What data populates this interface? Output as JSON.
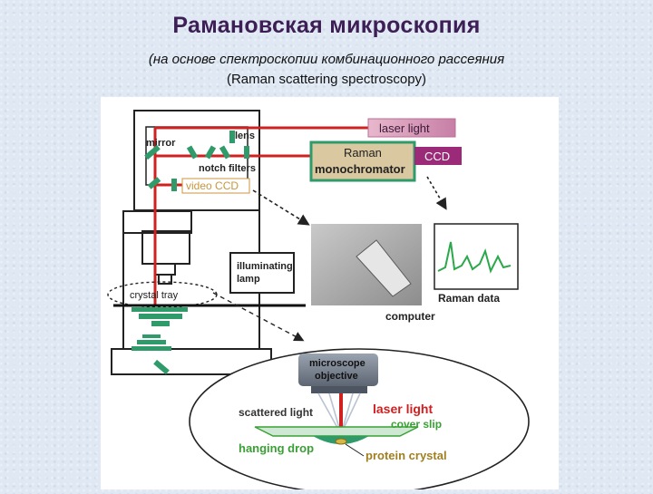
{
  "title": "Рамановская микроскопия",
  "subtitle_line1": "(на основе спектроскопии комбинационного рассеяния",
  "subtitle_line2": "(Raman scattering spectroscopy)",
  "diagram": {
    "laser_light": "laser light",
    "mirror": "mirror",
    "lens": "lens",
    "notch_filters": "notch filters",
    "video_ccd": "video CCD",
    "raman": "Raman",
    "monochromator": "monochromator",
    "ccd": "CCD",
    "illuminating": "illuminating",
    "lamp": "lamp",
    "crystal_tray": "crystal tray",
    "computer": "computer",
    "raman_data": "Raman data",
    "microscope": "microscope",
    "objective": "objective",
    "scattered_light": "scattered light",
    "laser_light_zoom": "laser light",
    "cover_slip": "cover slip",
    "hanging_drop": "hanging drop",
    "protein_crystal": "protein crystal"
  },
  "colors": {
    "title": "#3d1f55",
    "laser": "#d02020",
    "green": "#2f9a6a",
    "raman_box": "#d9c8a0",
    "ccd_box": "#9b2b78",
    "laser_box": "#c77fa6",
    "video_ccd_text": "#c8963c",
    "zoom_laser_text": "#d02020",
    "cover_slip_text": "#3aa035",
    "protein_text": "#a07f20"
  }
}
